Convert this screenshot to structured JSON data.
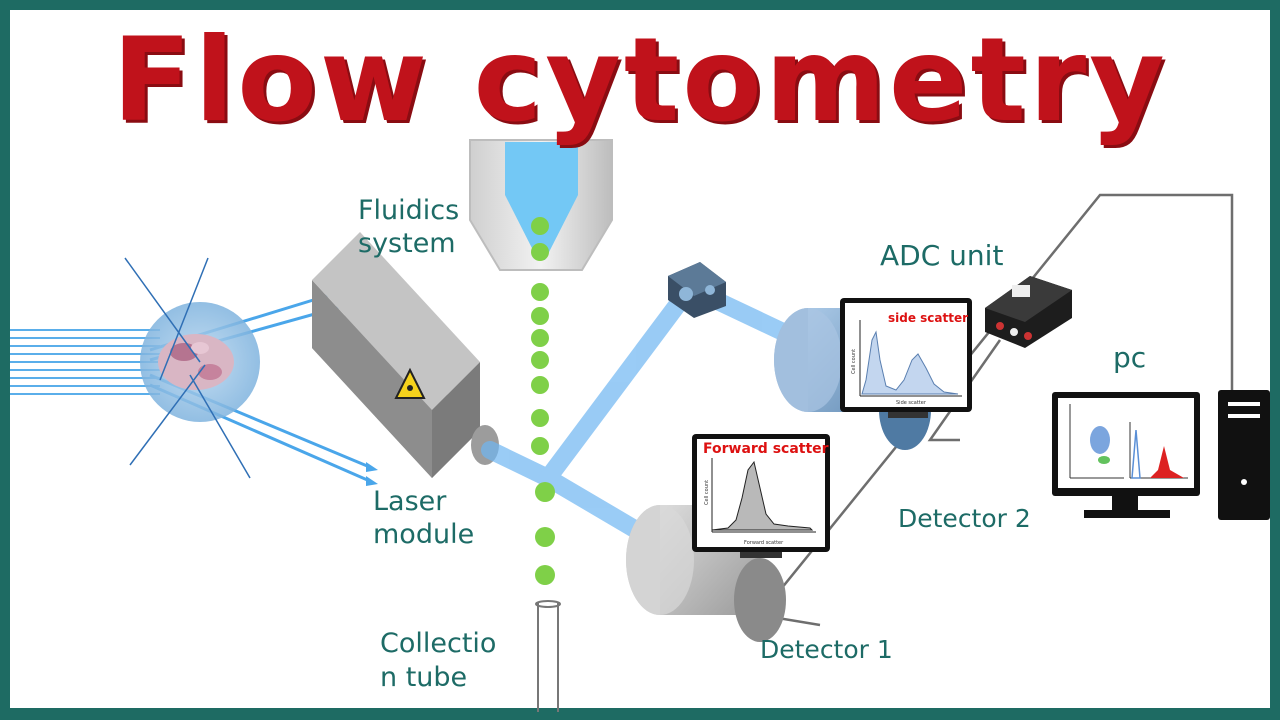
{
  "title": "Flow cytometry",
  "labels": {
    "fluidics_line1": "Fluidics",
    "fluidics_line2": "system",
    "laser_line1": "Laser",
    "laser_line2": "module",
    "collection_line1": "Collectio",
    "collection_line2": "n tube",
    "adc": "ADC unit",
    "pc": "pc",
    "detector1": "Detector 1",
    "detector2": "Detector 2"
  },
  "monitors": {
    "forward_title": "Forward scatter",
    "forward_xlabel": "Forward scatter",
    "forward_ylabel": "Cell count",
    "side_title": "side scatter",
    "side_xlabel": "Side scatter",
    "side_ylabel": "Cell count"
  },
  "colors": {
    "title": "#c0121b",
    "label": "#1d6b66",
    "frame": "#1e6b63",
    "beam": "#6fb6f2",
    "droplet": "#7fd048"
  },
  "icons": [
    "laser-warning-icon",
    "prism-icon",
    "adc-unit-icon",
    "computer-tower-icon",
    "monitor-icon"
  ]
}
